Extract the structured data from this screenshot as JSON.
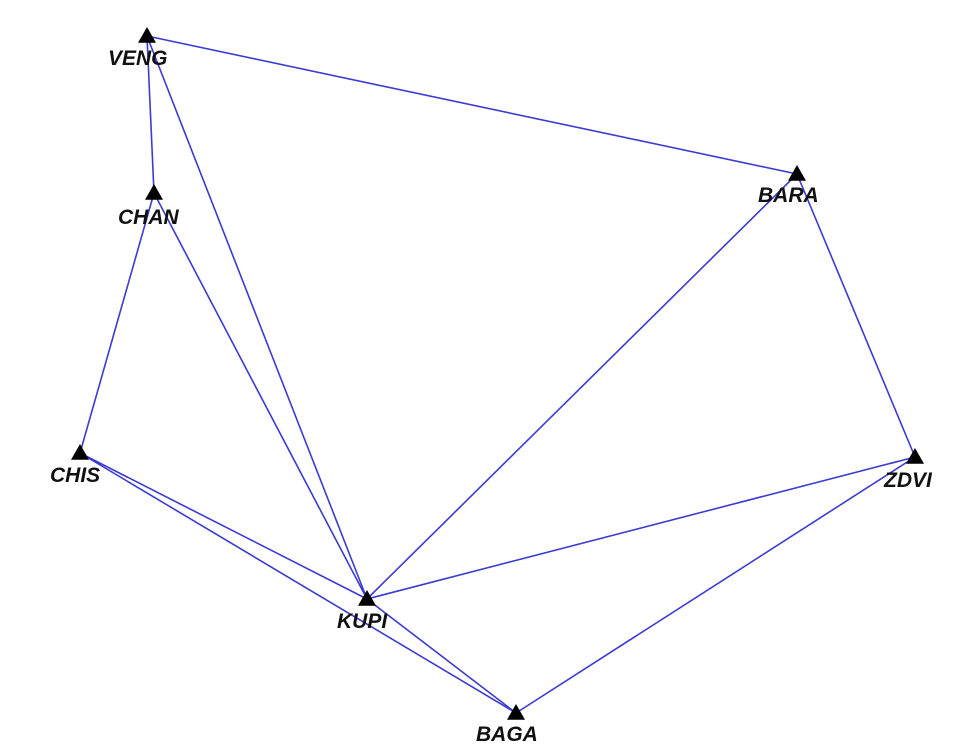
{
  "graph": {
    "nodes": [
      {
        "id": "VENG",
        "label": "VENG"
      },
      {
        "id": "CHAN",
        "label": "CHAN"
      },
      {
        "id": "BARA",
        "label": "BARA"
      },
      {
        "id": "CHIS",
        "label": "CHIS"
      },
      {
        "id": "ZDVI",
        "label": "ZDVI"
      },
      {
        "id": "KUPI",
        "label": "KUPI"
      },
      {
        "id": "BAGA",
        "label": "BAGA"
      }
    ],
    "edges": [
      {
        "source": "VENG",
        "target": "BARA"
      },
      {
        "source": "VENG",
        "target": "CHAN"
      },
      {
        "source": "VENG",
        "target": "KUPI"
      },
      {
        "source": "CHAN",
        "target": "KUPI"
      },
      {
        "source": "CHAN",
        "target": "CHIS"
      },
      {
        "source": "BARA",
        "target": "KUPI"
      },
      {
        "source": "BARA",
        "target": "ZDVI"
      },
      {
        "source": "CHIS",
        "target": "KUPI"
      },
      {
        "source": "CHIS",
        "target": "BAGA"
      },
      {
        "source": "ZDVI",
        "target": "KUPI"
      },
      {
        "source": "ZDVI",
        "target": "BAGA"
      },
      {
        "source": "KUPI",
        "target": "BAGA"
      }
    ],
    "colors": {
      "edge": "#3b3bd1",
      "node": "#000000",
      "label": "#111111"
    }
  }
}
